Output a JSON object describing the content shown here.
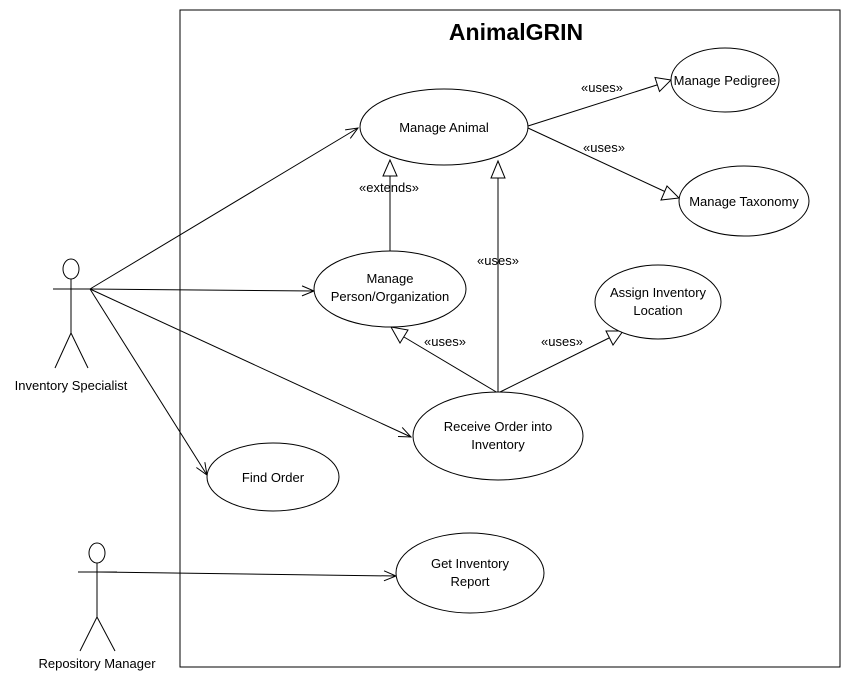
{
  "diagram": {
    "system_title": "AnimalGRIN",
    "actors": {
      "inventory_specialist": "Inventory Specialist",
      "repository_manager": "Repository Manager"
    },
    "use_cases": {
      "manage_animal": [
        "Manage Animal"
      ],
      "manage_pedigree": [
        "Manage Pedigree"
      ],
      "manage_taxonomy": [
        "Manage Taxonomy"
      ],
      "manage_person_org": [
        "Manage",
        "Person/Organization"
      ],
      "assign_inventory_location": [
        "Assign Inventory",
        "Location"
      ],
      "receive_order": [
        "Receive Order into",
        "Inventory"
      ],
      "find_order": [
        "Find Order"
      ],
      "get_inventory_report": [
        "Get Inventory",
        "Report"
      ]
    },
    "relationship_labels": {
      "uses": "«uses»",
      "extends": "«extends»"
    }
  }
}
